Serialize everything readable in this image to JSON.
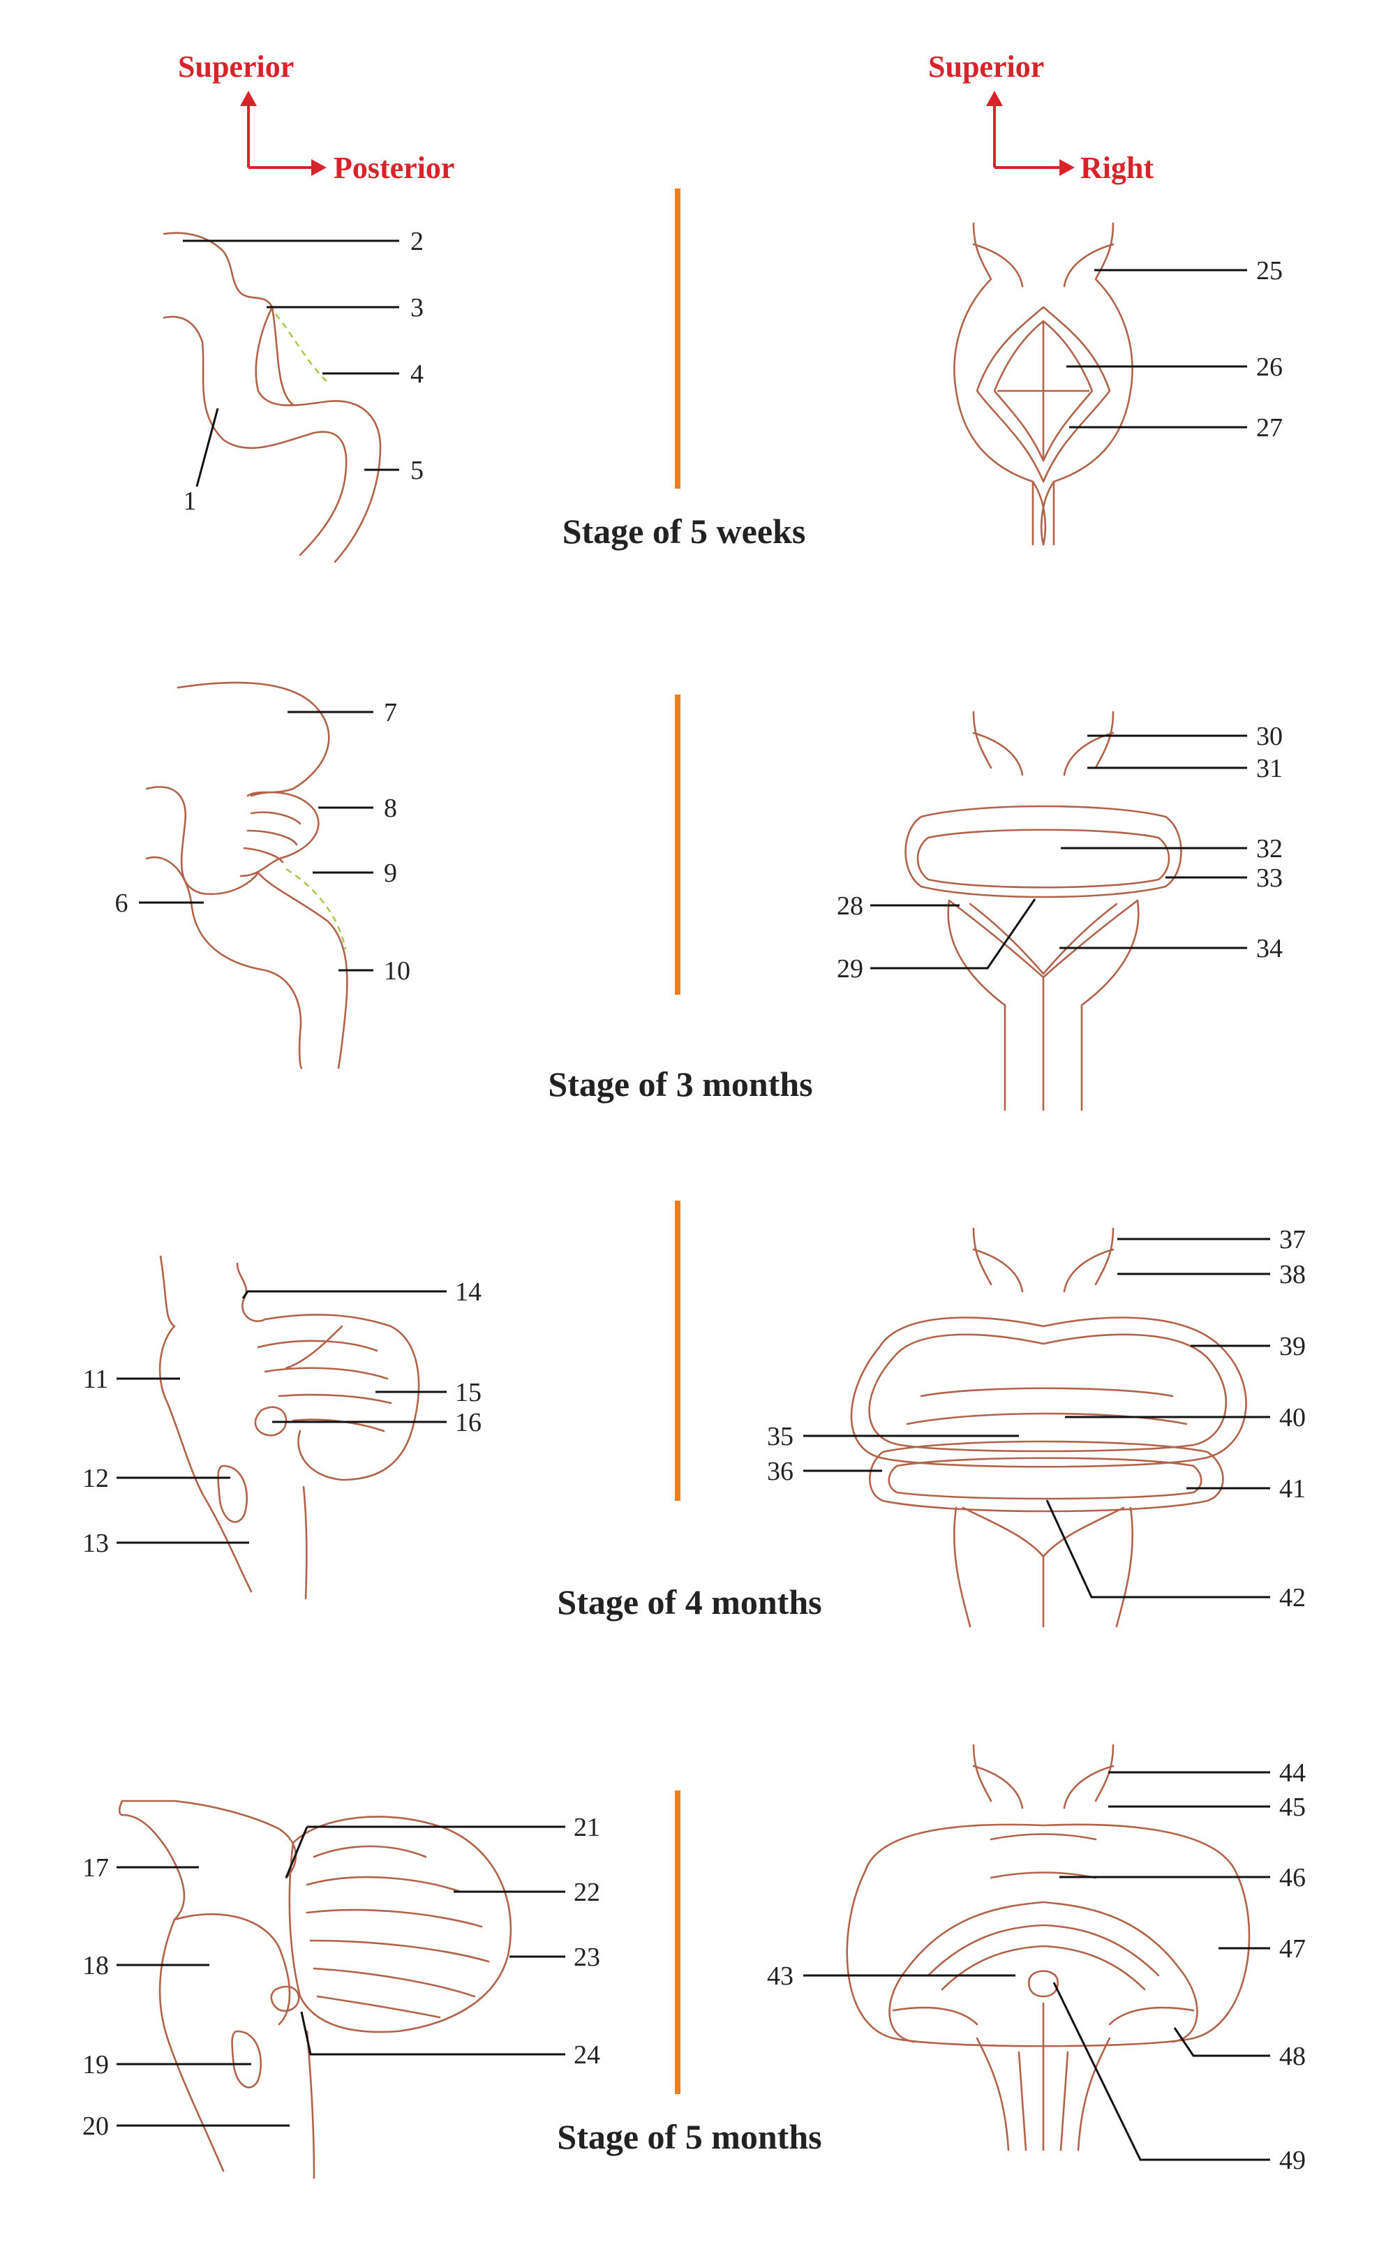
{
  "orientation": {
    "left": {
      "up": "Superior",
      "side": "Posterior"
    },
    "right": {
      "up": "Superior",
      "side": "Right"
    }
  },
  "stages": [
    {
      "title": "Stage of 5 weeks"
    },
    {
      "title": "Stage of 3 months"
    },
    {
      "title": "Stage of 4 months"
    },
    {
      "title": "Stage of 5 months"
    }
  ],
  "labels": [
    "1",
    "2",
    "3",
    "4",
    "5",
    "6",
    "7",
    "8",
    "9",
    "10",
    "11",
    "12",
    "13",
    "14",
    "15",
    "16",
    "17",
    "18",
    "19",
    "20",
    "21",
    "22",
    "23",
    "24",
    "25",
    "26",
    "27",
    "28",
    "29",
    "30",
    "31",
    "32",
    "33",
    "34",
    "35",
    "36",
    "37",
    "38",
    "39",
    "40",
    "41",
    "42",
    "43",
    "44",
    "45",
    "46",
    "47",
    "48",
    "49"
  ],
  "colors": {
    "label_red": "#d8232a",
    "divider": "#ee7d1a",
    "outline": "#b0624a",
    "dashed": "#a9c94e"
  }
}
